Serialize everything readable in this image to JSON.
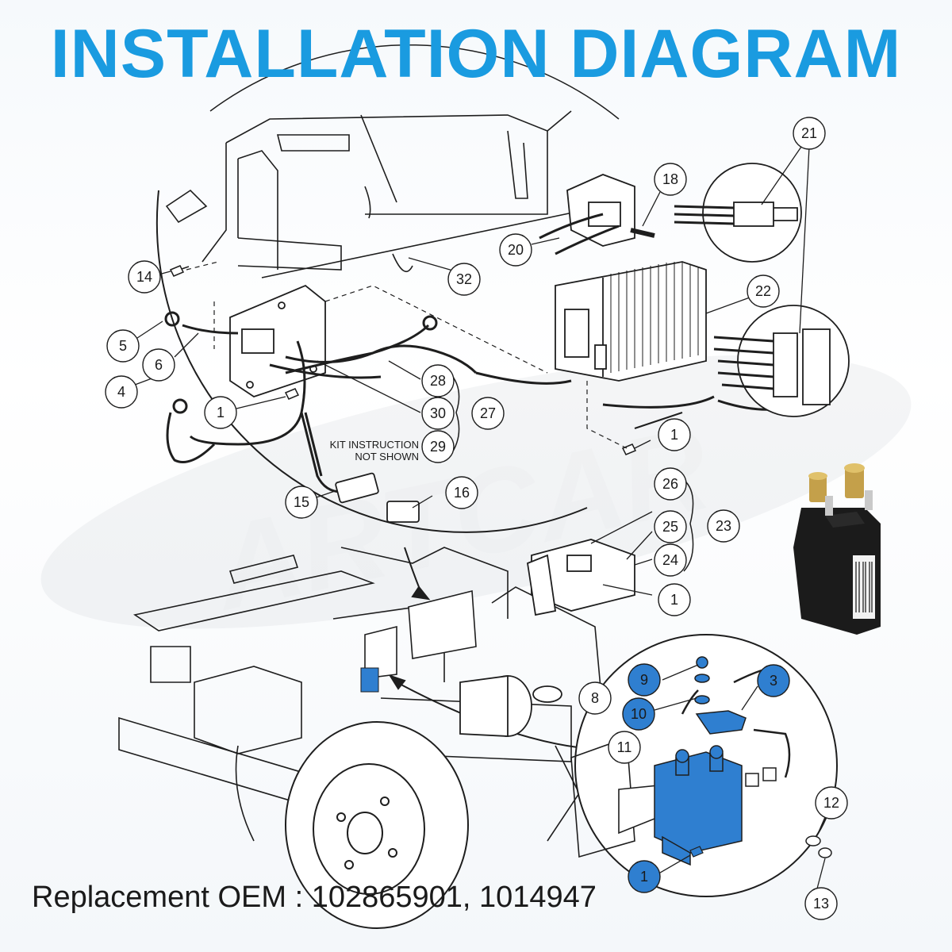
{
  "title": "INSTALLATION DIAGRAM",
  "footer": "Replacement OEM : 102865901, 1014947",
  "note": {
    "line1": "KIT INSTRUCTION",
    "line2": "NOT SHOWN"
  },
  "callouts": {
    "c14": "14",
    "c32": "32",
    "c20": "20",
    "c18": "18",
    "c21": "21",
    "c22": "22",
    "c5": "5",
    "c6": "6",
    "c4": "4",
    "c1a": "1",
    "c28": "28",
    "c30": "30",
    "c27": "27",
    "c29": "29",
    "c1b": "1",
    "c15": "15",
    "c16": "16",
    "c26": "26",
    "c25": "25",
    "c24": "24",
    "c23": "23",
    "c1c": "1",
    "c8": "8",
    "c9": "9",
    "c10": "10",
    "c3": "3",
    "c11": "11",
    "c12": "12",
    "c1d": "1",
    "c13": "13"
  },
  "colors": {
    "title": "#1a9be0",
    "highlight": "#2f7fd0",
    "line": "#1e1e1e"
  }
}
